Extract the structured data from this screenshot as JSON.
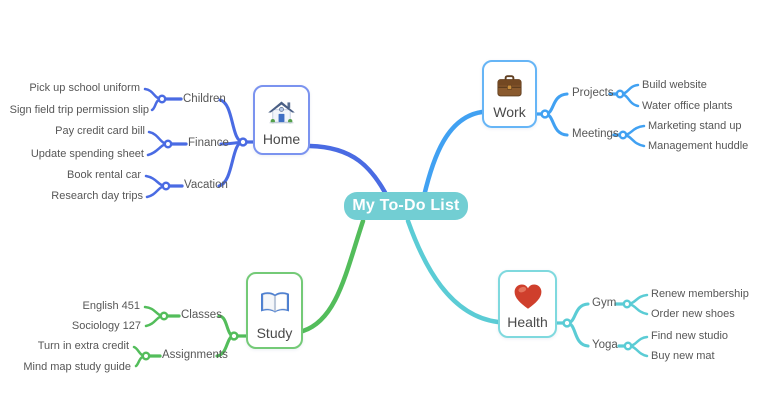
{
  "title": "My To-Do List",
  "colors": {
    "center_fill": "#72ced3",
    "home_line": "#4a6be3",
    "home_border": "#7b93ef",
    "work_line": "#41a1f2",
    "work_border": "#66b5f6",
    "study_line": "#53bd5b",
    "study_border": "#74ca77",
    "health_line": "#5bccd5",
    "health_border": "#7fd9de",
    "label_text": "#575757",
    "node_text": "#4a4a4a"
  },
  "map": {
    "center": {
      "label": "My To-Do List"
    },
    "branches": [
      {
        "label": "Home",
        "icon": "house-icon",
        "subtopics": [
          {
            "label": "Children",
            "leaves": [
              "Pick up school uniform",
              "Sign field trip permission slip"
            ]
          },
          {
            "label": "Finance",
            "leaves": [
              "Pay credit card bill",
              "Update spending sheet"
            ]
          },
          {
            "label": "Vacation",
            "leaves": [
              "Book rental car",
              "Research day trips"
            ]
          }
        ]
      },
      {
        "label": "Work",
        "icon": "briefcase-icon",
        "subtopics": [
          {
            "label": "Projects",
            "leaves": [
              "Build website",
              "Water office plants"
            ]
          },
          {
            "label": "Meetings",
            "leaves": [
              "Marketing stand up",
              "Management huddle"
            ]
          }
        ]
      },
      {
        "label": "Study",
        "icon": "open-book-icon",
        "subtopics": [
          {
            "label": "Classes",
            "leaves": [
              "English 451",
              "Sociology 127"
            ]
          },
          {
            "label": "Assignments",
            "leaves": [
              "Turn in extra credit",
              "Mind map study guide"
            ]
          }
        ]
      },
      {
        "label": "Health",
        "icon": "heart-icon",
        "subtopics": [
          {
            "label": "Gym",
            "leaves": [
              "Renew membership",
              "Order new shoes"
            ]
          },
          {
            "label": "Yoga",
            "leaves": [
              "Find new studio",
              "Buy new mat"
            ]
          }
        ]
      }
    ]
  }
}
